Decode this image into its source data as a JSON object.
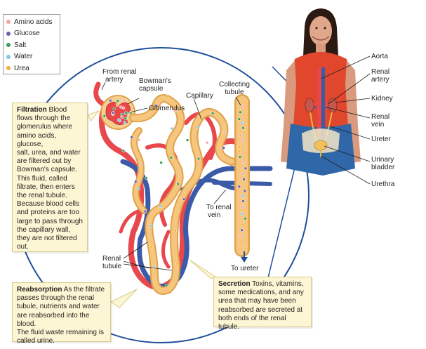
{
  "legend": {
    "items": [
      {
        "label": "Amino acids",
        "color": "#f4a3a8"
      },
      {
        "label": "Glucose",
        "color": "#6a63b5"
      },
      {
        "label": "Salt",
        "color": "#3d9c58"
      },
      {
        "label": "Water",
        "color": "#7fc6e8"
      },
      {
        "label": "Urea",
        "color": "#f2b13a"
      }
    ]
  },
  "labels": {
    "from_renal_artery_1": "From renal",
    "from_renal_artery_2": "artery",
    "bowmans_capsule_1": "Bowman's",
    "bowmans_capsule_2": "capsule",
    "glomerulus": "Glomerulus",
    "capillary": "Capillary",
    "collecting_tubule_1": "Collecting",
    "collecting_tubule_2": "tubule",
    "to_renal_vein_1": "To renal",
    "to_renal_vein_2": "vein",
    "to_ureter": "To ureter",
    "renal_tubule_1": "Renal",
    "renal_tubule_2": "tubule"
  },
  "body_labels": {
    "aorta": "Aorta",
    "renal_artery_1": "Renal",
    "renal_artery_2": "artery",
    "kidney": "Kidney",
    "renal_vein_1": "Renal",
    "renal_vein_2": "vein",
    "ureter": "Ureter",
    "urinary_bladder_1": "Urinary",
    "urinary_bladder_2": "bladder",
    "urethra": "Urethra"
  },
  "filtration": {
    "title": "Filtration",
    "lines": [
      "Filtration Blood",
      "flows through the",
      "glomerulus where",
      "amino acids, glucose,",
      "salt, urea, and water",
      "are filtered out by",
      "Bowman's capsule.",
      "This fluid, called",
      "filtrate, then enters",
      "the renal tubule.",
      "Because blood cells",
      "and proteins are too",
      "large to pass through",
      "the capillary wall,",
      "they are not filtered",
      "out."
    ]
  },
  "reabsorption": {
    "title": "Reabsorption",
    "lines": [
      "Reabsorption As the filtrate",
      "passes through the renal",
      "tubule, nutrients and water",
      "are reabsorbed into the blood.",
      "The fluid waste remaining is",
      "called urine."
    ]
  },
  "secretion": {
    "title": "Secretion",
    "lines": [
      "Secretion Toxins, vitamins,",
      "some medications, and any",
      "urea that may have been",
      "reabsorbed are secreted at",
      "both ends of the renal tubule."
    ]
  },
  "colors": {
    "artery": "#e8474c",
    "vein": "#3b5ba8",
    "tubule": "#f2b968",
    "tubule_edge": "#e0a24a",
    "callout_bg": "#fdf6d4",
    "circle_line": "#1f4e9b"
  }
}
